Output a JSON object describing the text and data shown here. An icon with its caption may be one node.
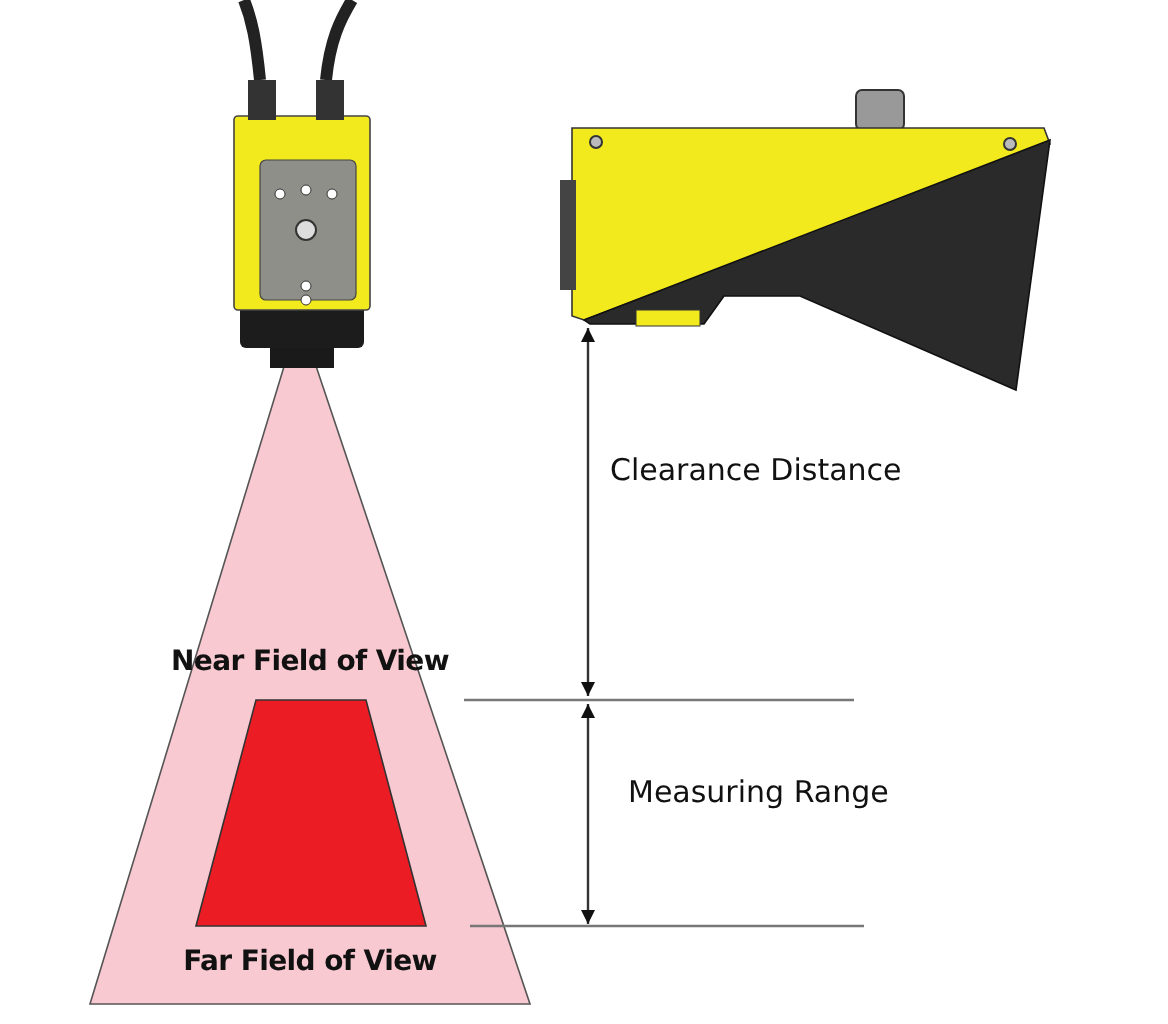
{
  "diagram": {
    "labels": [
      "Clearance Distance",
      "Near Field of View",
      "Measuring Range",
      "Far Field of View"
    ]
  }
}
